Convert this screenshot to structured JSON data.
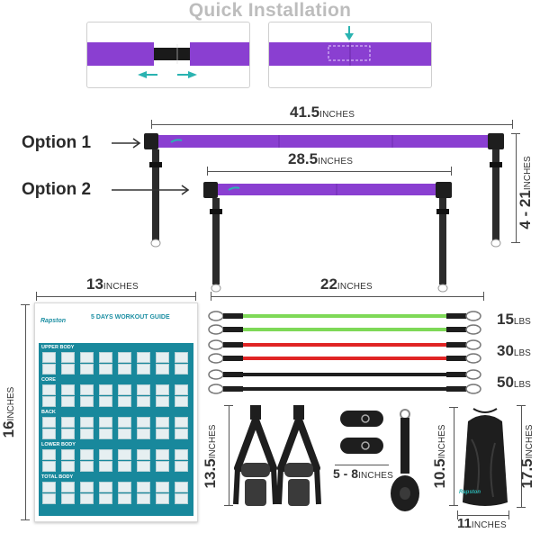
{
  "header": {
    "title": "Quick Installation"
  },
  "bars": {
    "option1": {
      "label": "Option 1",
      "length_num": "41.5",
      "length_unit": "INCHES"
    },
    "option2": {
      "label": "Option 2",
      "length_num": "28.5",
      "length_unit": "INCHES"
    },
    "height": {
      "num": "4 - 21",
      "unit": "INCHES"
    }
  },
  "poster": {
    "width_num": "13",
    "width_unit": "INCHES",
    "height_num": "16",
    "height_unit": "INCHES",
    "brand": "Rapston",
    "title": "5 DAYS WORKOUT GUIDE",
    "sections": [
      "UPPER BODY",
      "CORE",
      "BACK",
      "LOWER BODY",
      "TOTAL BODY"
    ]
  },
  "bands": {
    "length_num": "22",
    "length_unit": "INCHES",
    "weights": [
      {
        "num": "15",
        "unit": "LBS"
      },
      {
        "num": "30",
        "unit": "LBS"
      },
      {
        "num": "50",
        "unit": "LBS"
      }
    ],
    "colors": [
      "#7ed957",
      "#e02424",
      "#1e1e1e"
    ]
  },
  "accessories": {
    "handles_height_num": "13.5",
    "handles_height_unit": "INCHES",
    "ankle_num": "5 - 8",
    "ankle_unit": "INCHES",
    "anchor_num": "10.5",
    "anchor_unit": "INCHES",
    "bag_height_num": "17.5",
    "bag_height_unit": "INCHES",
    "bag_width_num": "11",
    "bag_width_unit": "INCHES",
    "bag_brand": "Rapston"
  },
  "colors": {
    "bar": "#8a3fd1",
    "strap": "#2b2b2b",
    "accent": "#2ab3b1"
  }
}
